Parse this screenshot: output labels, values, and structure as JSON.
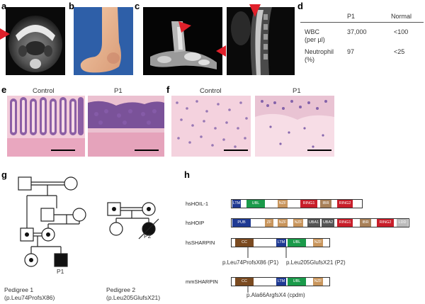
{
  "panels": {
    "a": "a",
    "b": "b",
    "c": "c",
    "d": "d",
    "e": "e",
    "f": "f",
    "g": "g",
    "h": "h"
  },
  "table": {
    "header_p1": "P1",
    "header_normal": "Normal",
    "row1_label_line1": "WBC",
    "row1_label_line2": "(per µl)",
    "row1_p1": "37,000",
    "row1_normal": "<100",
    "row2_label_line1": "Neutrophil",
    "row2_label_line2": "(%)",
    "row2_p1": "97",
    "row2_normal": "<25"
  },
  "histology": {
    "e_control": "Control",
    "e_p1": "P1",
    "f_control": "Control",
    "f_p1": "P1"
  },
  "pedigrees": {
    "proband": "P1",
    "proband2": "P2",
    "ped1_title": "Pedigree 1",
    "ped1_variant": "(p.Leu74ProfsX86)",
    "ped2_title": "Pedigree 2",
    "ped2_variant": "(p.Leu205GlufsX21)"
  },
  "proteins": {
    "hoil1": {
      "name": "hsHOIL-1",
      "domains": [
        "LTM",
        "UBL",
        "NZF",
        "RING1",
        "IBR",
        "RING2"
      ]
    },
    "hoip": {
      "name": "hsHOIP",
      "domains": [
        "PUB",
        "ZF",
        "NZF",
        "NZF",
        "UBA1",
        "UBA2",
        "RING1",
        "IBR",
        "RING2",
        "LDD"
      ]
    },
    "sharpin": {
      "name": "hsSHARPIN",
      "domains": [
        "CC",
        "LTM",
        "UBL",
        "NZF"
      ],
      "variant1": "p.Leu74ProfsX86 (P1)",
      "variant2": "p.Leu205GlufsX21 (P2)"
    },
    "mmsharpin": {
      "name": "mmSHARPIN",
      "domains": [
        "CC",
        "LTM",
        "UBL",
        "NZF"
      ],
      "variant": "p.Ala66ArgfsX4 (cpdm)"
    }
  },
  "colors": {
    "ltm": "#1f3a93",
    "ubl": "#1a9a4a",
    "nzf": "#c8955c",
    "ring": "#c81e2a",
    "ibr": "#a88058",
    "pub": "#1f3a93",
    "uba": "#555555",
    "ldd": "#bbbbbb",
    "cc": "#7a4a20",
    "arrow": "#e0202a",
    "he_pink": "#e9b4c8",
    "he_purple": "#6a3f8a"
  }
}
